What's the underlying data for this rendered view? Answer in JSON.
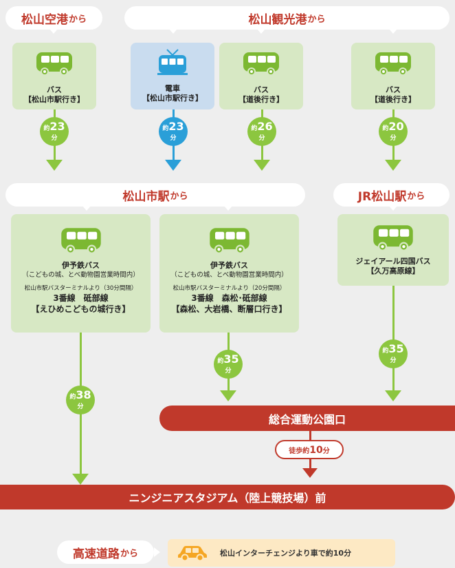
{
  "origins": {
    "airport": {
      "name": "松山空港",
      "suffix": "から"
    },
    "port": {
      "name": "松山観光港",
      "suffix": "から"
    },
    "city_station": {
      "name": "松山市駅",
      "suffix": "から"
    },
    "jr_station": {
      "name": "JR松山駅",
      "suffix": "から"
    },
    "highway": {
      "name": "高速道路",
      "suffix": "から"
    }
  },
  "top_cards": [
    {
      "mode": "バス",
      "dest": "【松山市駅行き】",
      "icon": "bus-icon"
    },
    {
      "mode": "電車",
      "dest": "【松山市駅行き】",
      "icon": "tram-icon"
    },
    {
      "mode": "バス",
      "dest": "【道後行き】",
      "icon": "bus-icon"
    },
    {
      "mode": "バス",
      "dest": "【道後行き】",
      "icon": "bus-icon"
    }
  ],
  "top_times": [
    {
      "pre": "約",
      "num": "23",
      "unit": "分"
    },
    {
      "pre": "約",
      "num": "23",
      "unit": "分"
    },
    {
      "pre": "約",
      "num": "26",
      "unit": "分"
    },
    {
      "pre": "約",
      "num": "20",
      "unit": "分"
    }
  ],
  "mid_cards": [
    {
      "title": "伊予鉄バス",
      "note": "（こどもの城、とべ動物園営業時間内）",
      "from": "松山市駅バスターミナルより（30分間隔）",
      "line": "3番線　砥部線",
      "dest": "【えひめこどもの城行き】"
    },
    {
      "title": "伊予鉄バス",
      "note": "（こどもの城、とべ動物園営業時間内）",
      "from": "松山市駅バスターミナルより（20分間隔）",
      "line": "3番線　森松･砥部線",
      "dest": "【森松、大岩橋、断層口行き】"
    },
    {
      "title": "ジェイアール四国バス",
      "dest": "【久万高原線】"
    }
  ],
  "mid_times": [
    {
      "pre": "約",
      "num": "38",
      "unit": "分"
    },
    {
      "pre": "約",
      "num": "35",
      "unit": "分"
    },
    {
      "pre": "約",
      "num": "35",
      "unit": "分"
    }
  ],
  "stop": "総合運動公園口",
  "walk": {
    "pre": "徒歩約",
    "num": "10",
    "unit": "分"
  },
  "destination": "ニンジニアスタジアム（陸上競技場）前",
  "car_text": "松山インターチェンジより車で約10分",
  "colors": {
    "green": "#8cc63f",
    "blue": "#2a9fd8",
    "red": "#c0392b",
    "card_green": "#d7e8c4",
    "card_blue": "#c9dcef"
  }
}
